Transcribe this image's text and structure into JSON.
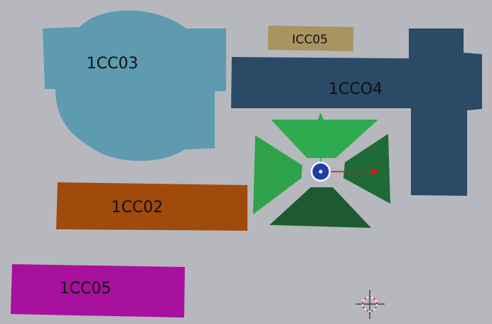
{
  "viewport": {
    "objects": [
      {
        "id": "obj-1cc03",
        "label": "1CC03",
        "color": "#5e9bb0"
      },
      {
        "id": "obj-icc05-top",
        "label": "ICC05",
        "color": "#a7945f"
      },
      {
        "id": "obj-1cco4",
        "label": "1CCO4",
        "color": "#2a4a66"
      },
      {
        "id": "obj-1cc02",
        "label": "1CC02",
        "color": "#a04a0b"
      },
      {
        "id": "obj-1cc05",
        "label": "1CC05",
        "color": "#a8109e"
      }
    ],
    "gizmo": {
      "name": "transform-gizmo",
      "y_axis_color": "#22b14c",
      "x_axis_color": "#d21c1c",
      "center_color": "#1e3caa"
    },
    "quad_colors": {
      "top": "#2faa4e",
      "left": "#2ea24a",
      "right": "#1f6a36",
      "bottom": "#1d5a30"
    },
    "cursor": {
      "name": "3d-cursor",
      "ring_color": "#d22020"
    }
  }
}
